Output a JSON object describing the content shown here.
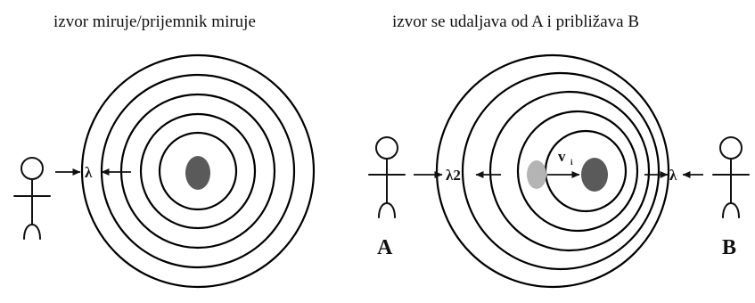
{
  "left_panel": {
    "title": "izvor miruje/prijemnik  miruje",
    "wavelength_label": "λ"
  },
  "right_panel": {
    "title": "izvor se udaljava od A i približava B",
    "wavelength_left_label": "λ2",
    "wavelength_right_label": "λ",
    "velocity_label": "v",
    "velocity_subscript": "i",
    "observer_a_label": "A",
    "observer_b_label": "B"
  },
  "colors": {
    "source": "#5a5a5a",
    "previous_source": "#b4b4b4",
    "lines": "#000000"
  }
}
